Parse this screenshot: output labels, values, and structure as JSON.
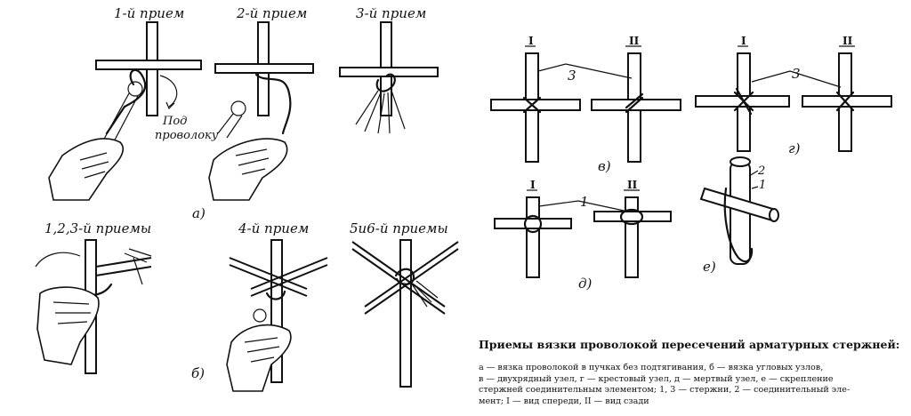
{
  "left_panel": {
    "step1": "1-й прием",
    "step2": "2-й прием",
    "step3": "3-й прием",
    "under_wire_line1": "Под",
    "under_wire_line2": "проволоку",
    "label_a": "а)",
    "steps123": "1,2,3-й приемы",
    "step4": "4-й прием",
    "steps56": "5и6-й приемы",
    "label_b": "б)"
  },
  "right_panel": {
    "roman_front": "I",
    "roman_back": "II",
    "rod_label": "3",
    "connector_label_1": "1",
    "connector_label_2": "2",
    "label_v": "в)",
    "label_g": "г)",
    "label_d": "д)",
    "label_e": "е)"
  },
  "caption": {
    "title": "Приемы вязки проволокой пересечений арматурных стержней:",
    "lines": [
      "а — вязка проволокой в пучках без подтягивания, б — вязка угловых узлов,",
      "в — двухрядный узел, г — крестовый узел, д — мертвый узел, е — скрепление",
      "стержней соединительным элементом; 1, 3 — стержни, 2 — соединительный эле-",
      "мент; I — вид спереди, II — вид сзади"
    ]
  }
}
